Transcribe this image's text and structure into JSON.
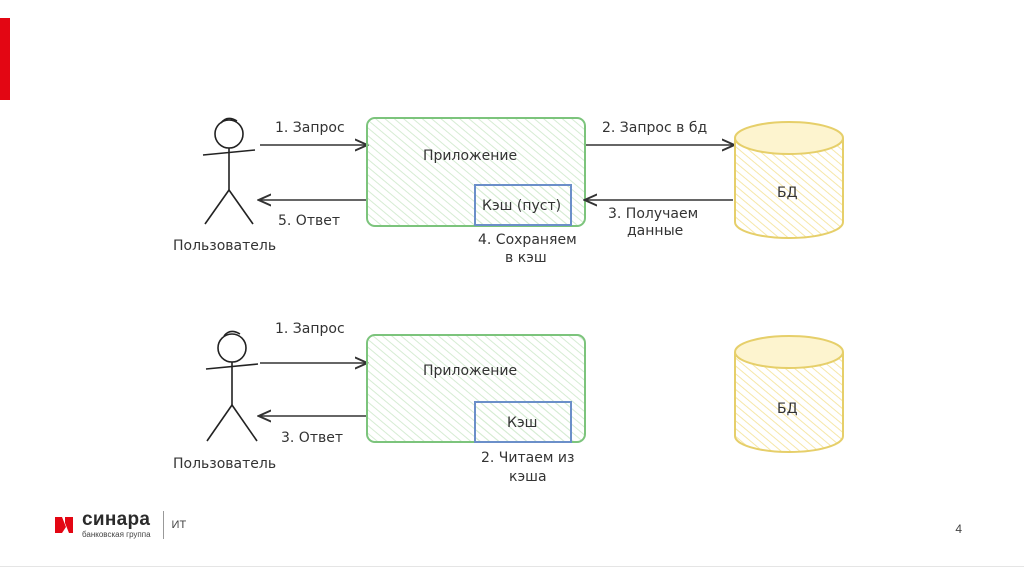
{
  "top": {
    "user_label": "Пользователь",
    "app_label": "Приложение",
    "cache_label": "Кэш (пуст)",
    "db_label": "БД",
    "arrow1": "1. Запрос",
    "arrow2": "2. Запрос в бд",
    "arrow3_line1": "3. Получаем",
    "arrow3_line2": "данные",
    "arrow4_line1": "4. Сохраняем",
    "arrow4_line2": "в кэш",
    "arrow5": "5. Ответ"
  },
  "bottom": {
    "user_label": "Пользователь",
    "app_label": "Приложение",
    "cache_label": "Кэш",
    "db_label": "БД",
    "arrow1": "1. Запрос",
    "arrow2_line1": "2. Читаем из",
    "arrow2_line2": "кэша",
    "arrow3": "3. Ответ"
  },
  "footer": {
    "brand_name": "синара",
    "brand_sub": "банковская группа",
    "dept": "ИТ",
    "page_number": "4"
  },
  "colors": {
    "accent": "#e30613",
    "app_border": "#7cc47c",
    "cache_border": "#6b8fc9",
    "db_border": "#e6cf6a",
    "db_fill": "#fdf4cf"
  }
}
